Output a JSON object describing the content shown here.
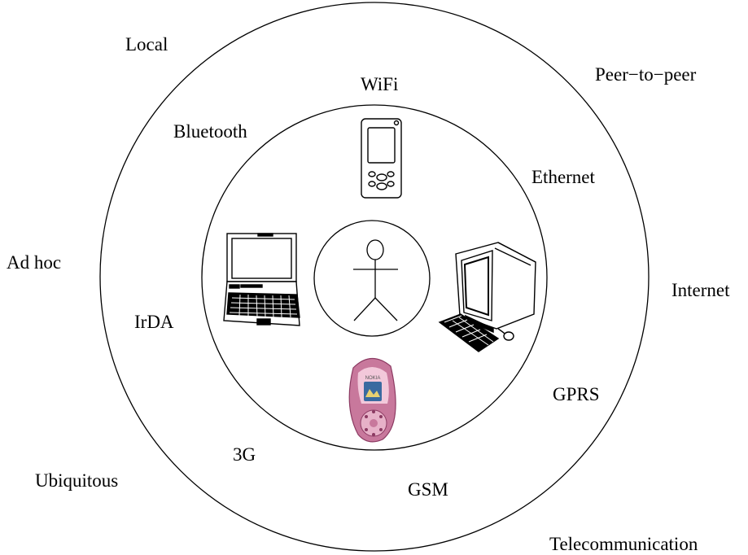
{
  "outer_labels": {
    "local": "Local",
    "peer_to_peer": "Peer−to−peer",
    "ad_hoc": "Ad hoc",
    "internet": "Internet",
    "ubiquitous": "Ubiquitous",
    "telecommunication": "Telecommunication"
  },
  "ring_labels": {
    "wifi": "WiFi",
    "bluetooth": "Bluetooth",
    "ethernet": "Ethernet",
    "irda": "IrDA",
    "gprs": "GPRS",
    "three_g": "3G",
    "gsm": "GSM"
  },
  "phone_brand": "NOKIA",
  "colors": {
    "line": "#000000",
    "phone_pink": "#c8789c",
    "phone_dark_pink": "#8c3a62",
    "phone_light_pink": "#f2c8da",
    "screen_blue": "#3a6aa0"
  },
  "icons": [
    "person-icon",
    "pda-icon",
    "laptop-icon",
    "desktop-computer-icon",
    "mobile-phone-icon"
  ]
}
